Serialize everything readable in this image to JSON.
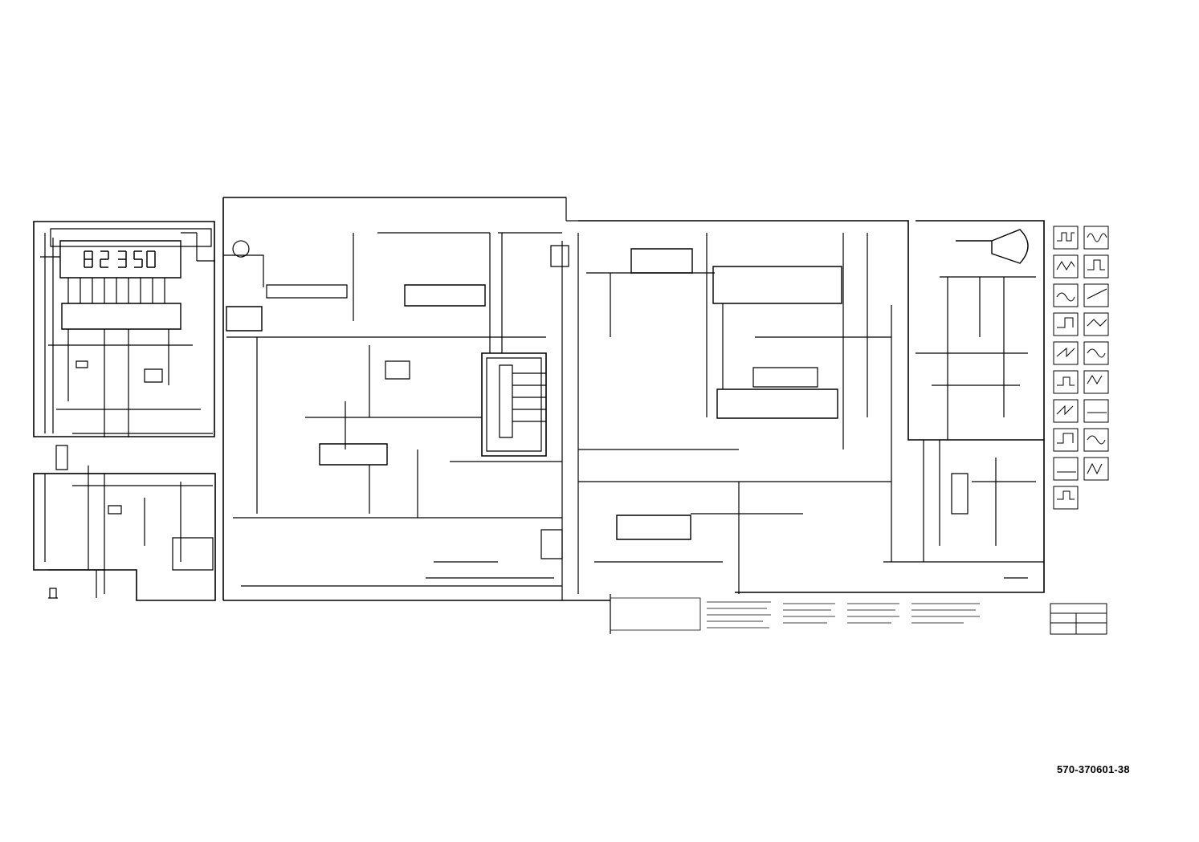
{
  "document": {
    "part_number": "570-370601-38",
    "type": "circuit schematic"
  },
  "colors": {
    "ink": "#000000",
    "paper": "#ffffff"
  },
  "panels": [
    {
      "name": "display-panel"
    },
    {
      "name": "power-supply-panel"
    },
    {
      "name": "main-board"
    },
    {
      "name": "crt-panel"
    },
    {
      "name": "waveform-panel"
    }
  ],
  "icons": [
    "ground-symbol",
    "crt-tube-symbol",
    "seven-segment-display",
    "connector-block"
  ]
}
